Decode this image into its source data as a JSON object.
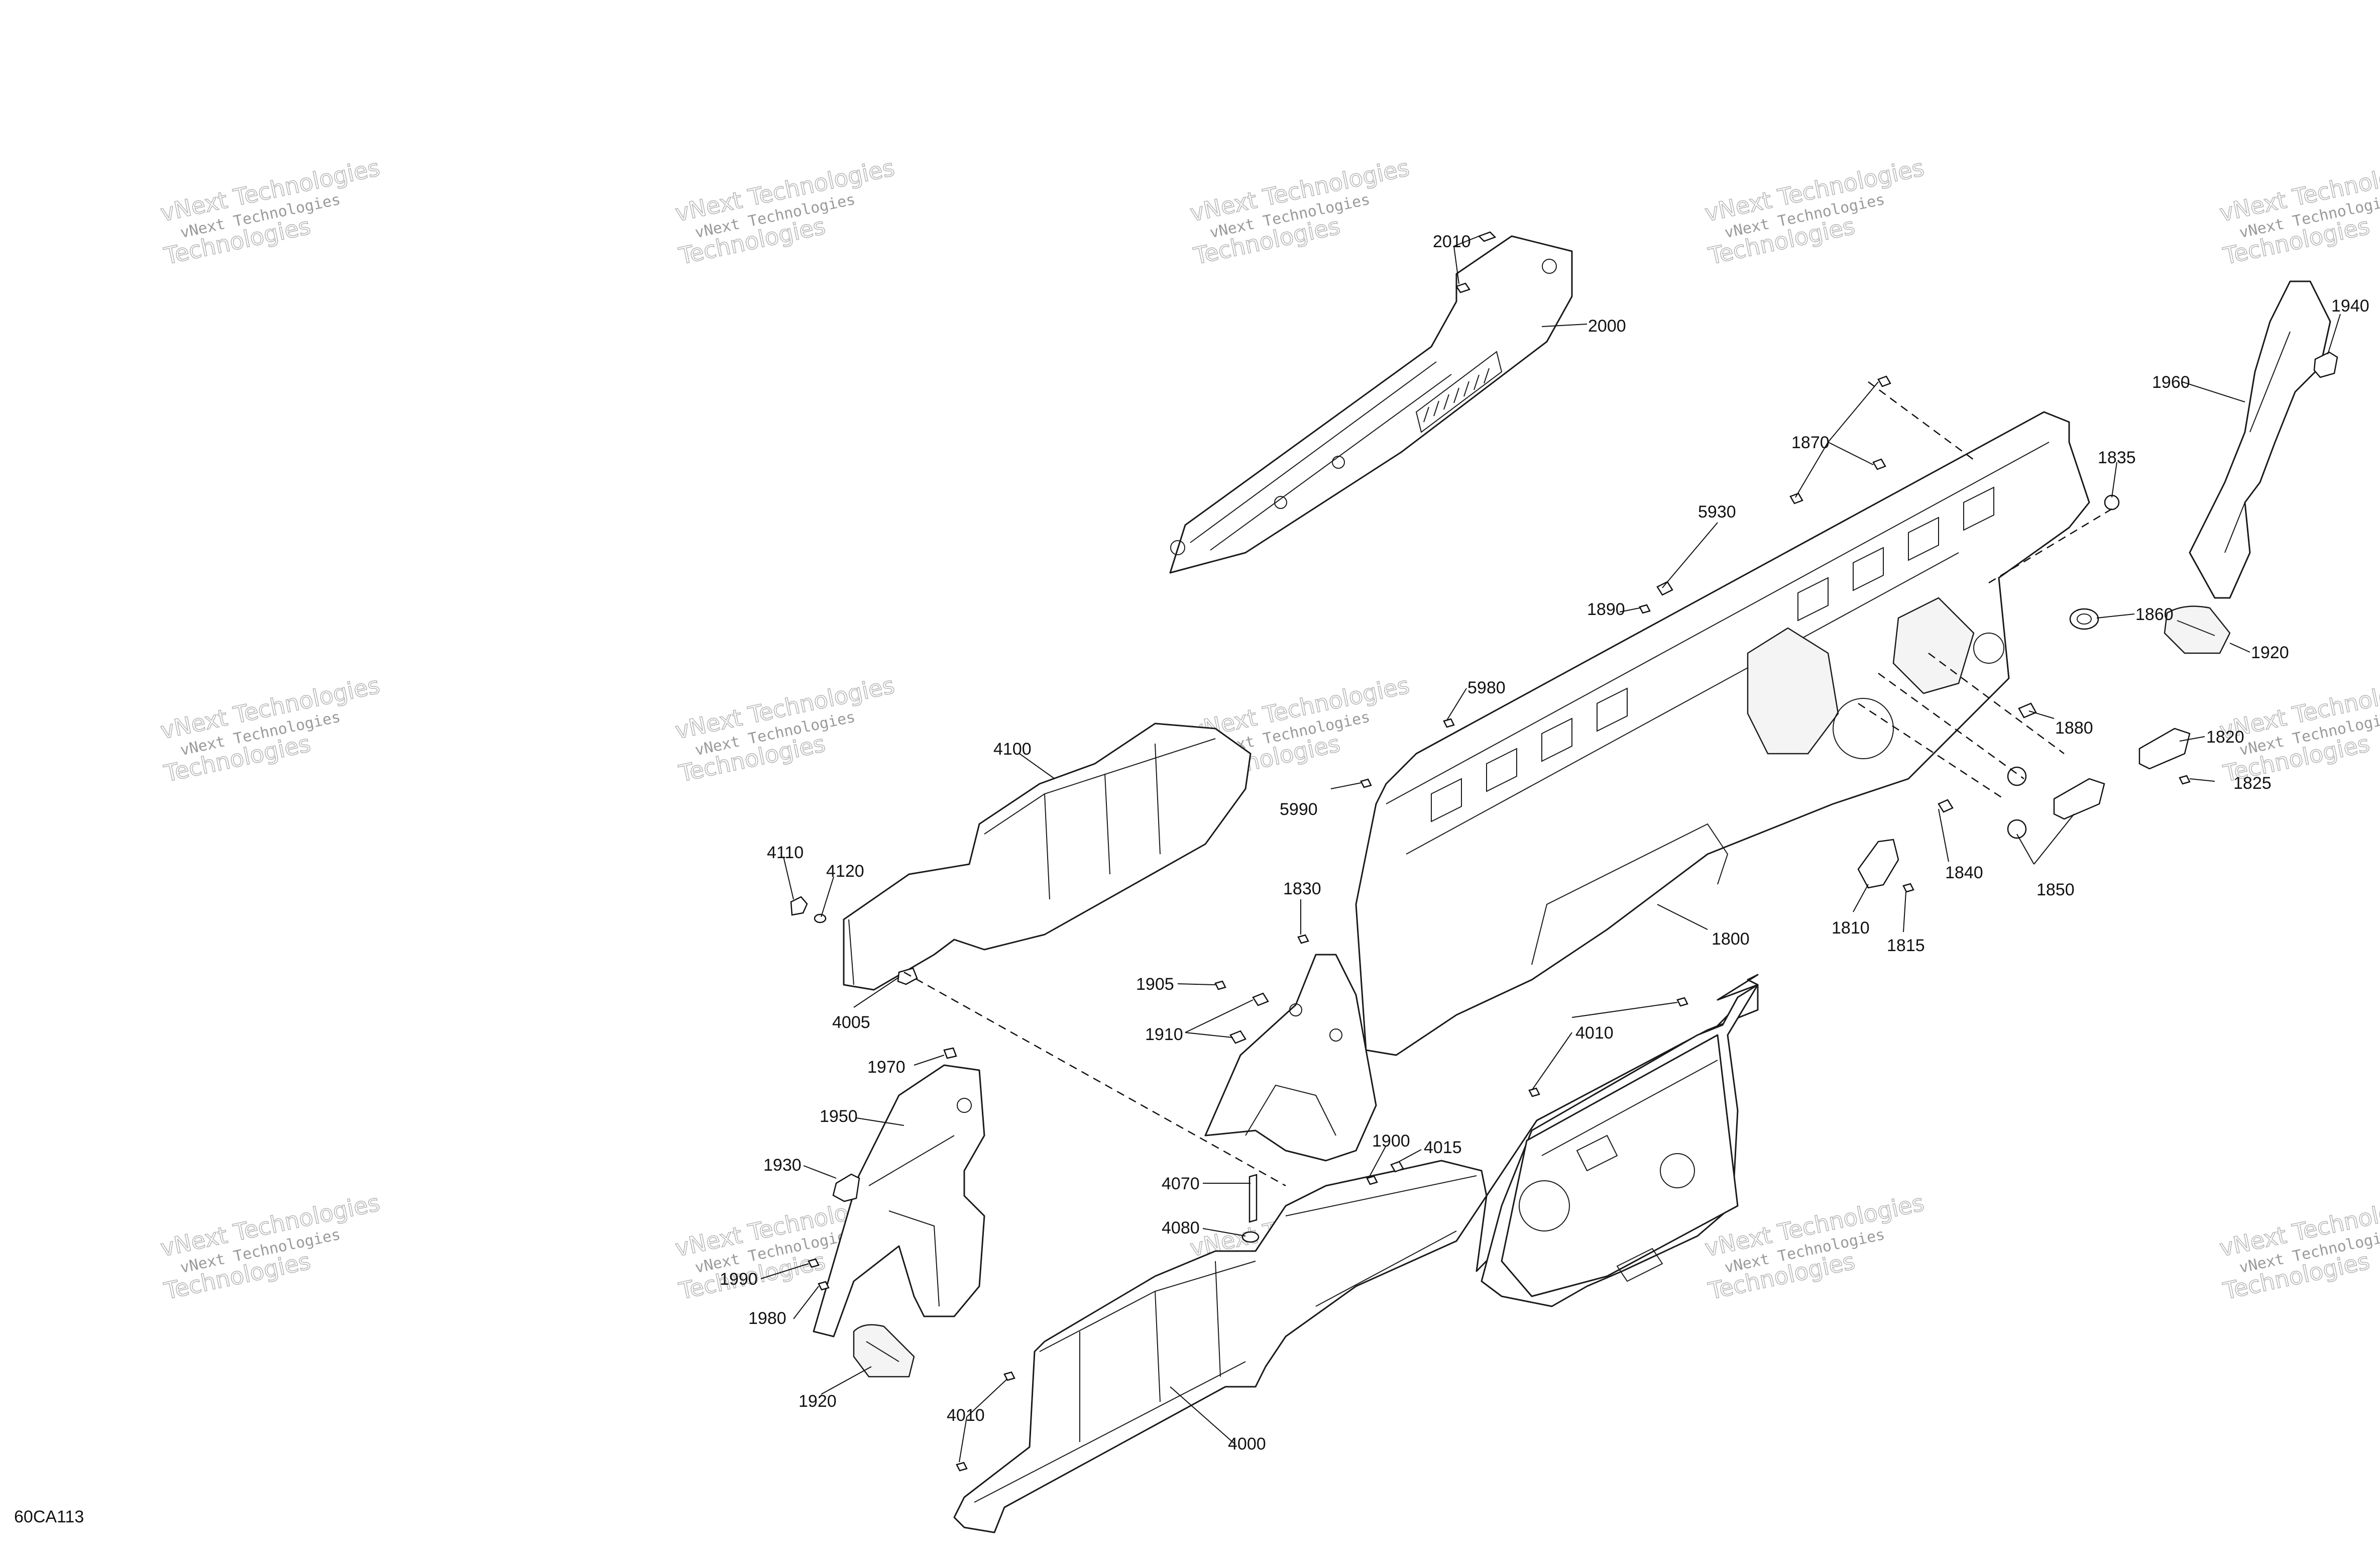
{
  "diagram_code": "60CA113",
  "watermark": {
    "line1": "vNext Technologies",
    "line2": "Technologies"
  },
  "callouts": {
    "c2010": "2010",
    "c2000": "2000",
    "c1940": "1940",
    "c1960": "1960",
    "c1870": "1870",
    "c1835": "1835",
    "c5930": "5930",
    "c1890": "1890",
    "c1860": "1860",
    "c1920a": "1920",
    "c5980": "5980",
    "c1880": "1880",
    "c1820": "1820",
    "c1825": "1825",
    "c4100": "4100",
    "c5990": "5990",
    "c4110": "4110",
    "c4120": "4120",
    "c1830": "1830",
    "c1840": "1840",
    "c1850": "1850",
    "c1810": "1810",
    "c1815": "1815",
    "c1800": "1800",
    "c4005": "4005",
    "c1905": "1905",
    "c4010a": "4010",
    "c1910": "1910",
    "c1970": "1970",
    "c1950": "1950",
    "c1900": "1900",
    "c4015": "4015",
    "c1930": "1930",
    "c4070": "4070",
    "c4080": "4080",
    "c1990": "1990",
    "c1980": "1980",
    "c1920b": "1920",
    "c4010b": "4010",
    "c4000": "4000"
  }
}
